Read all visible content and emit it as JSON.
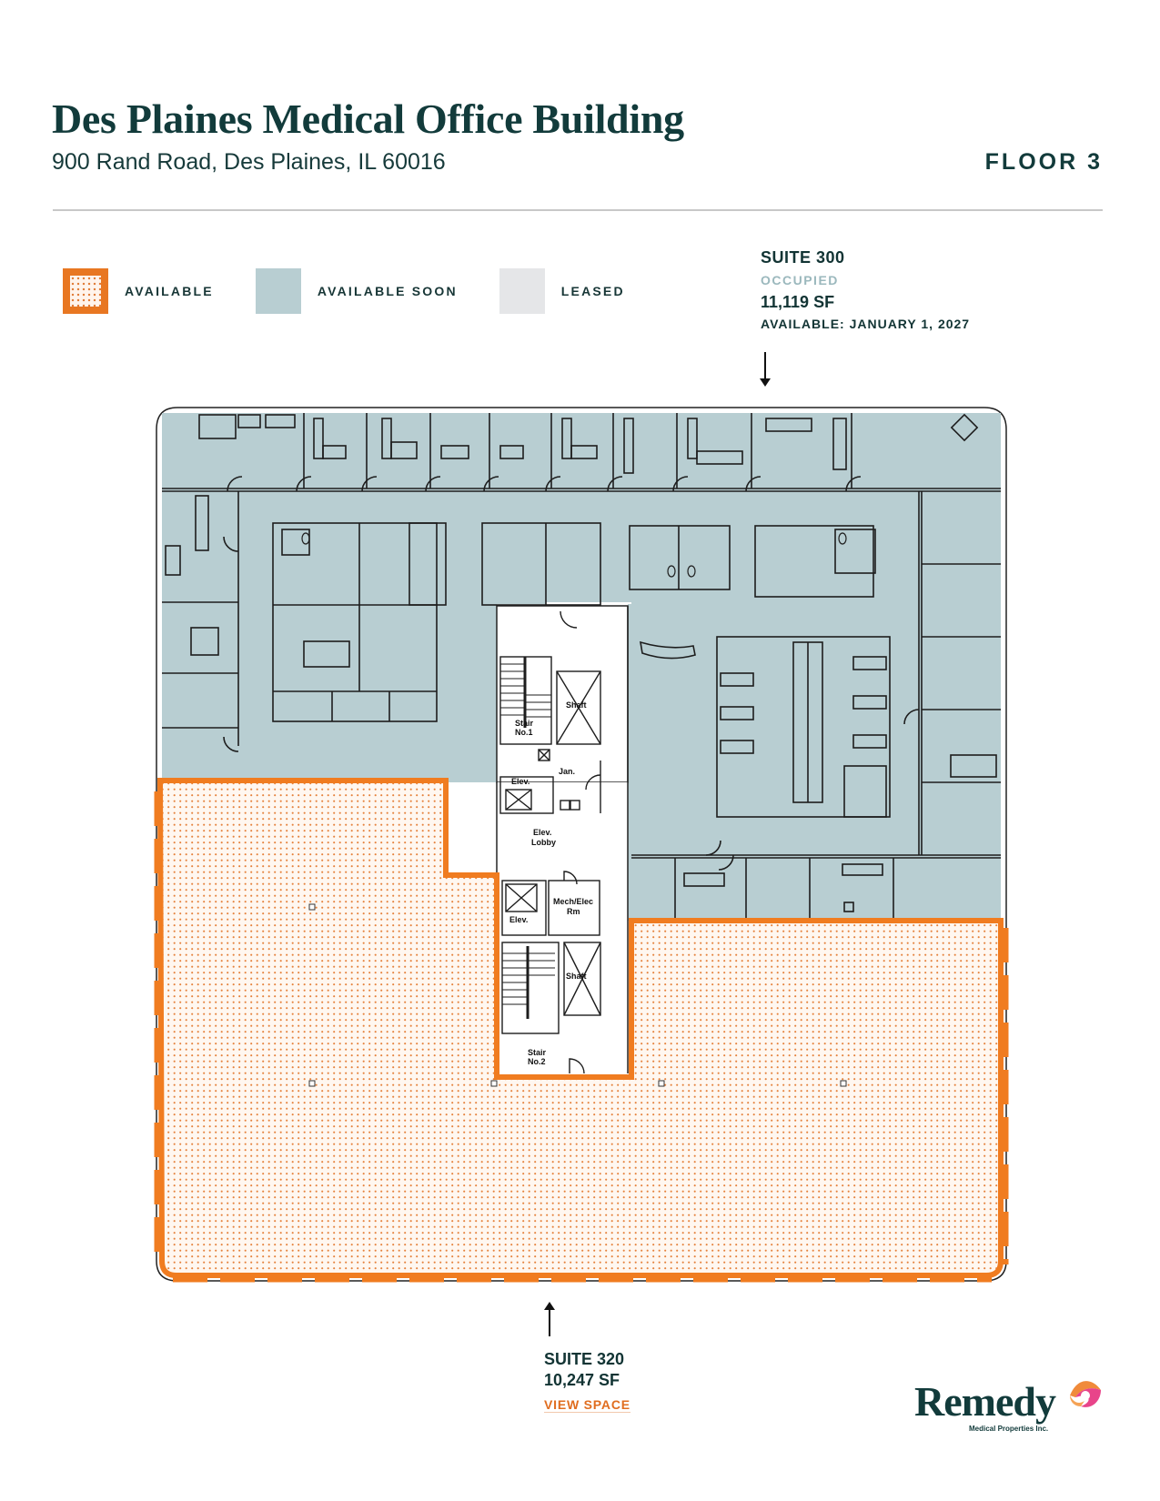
{
  "header": {
    "title": "Des Plaines Medical Office Building",
    "address": "900 Rand Road, Des Plaines, IL 60016",
    "floor": "FLOOR 3"
  },
  "legend": [
    {
      "label": "AVAILABLE",
      "color": "#e87722",
      "pattern": "dotted"
    },
    {
      "label": "AVAILABLE SOON",
      "color": "#b8ced2"
    },
    {
      "label": "LEASED",
      "color": "#e5e6e8"
    }
  ],
  "suite_300": {
    "name": "SUITE 300",
    "status": "OCCUPIED",
    "area": "11,119 SF",
    "availability": "AVAILABLE:  JANUARY 1, 2027",
    "fill_color": "#b8ced2"
  },
  "suite_320": {
    "name": "SUITE 320",
    "area": "10,247 SF",
    "link_label": "VIEW SPACE",
    "outline_color": "#f07c20"
  },
  "core_labels": {
    "stair1_line1": "Stair",
    "stair1_line2": "No.1",
    "shaft_top": "Shaft",
    "janitor": "Jan.",
    "elev_top": "Elev.",
    "elev_lobby_line1": "Elev.",
    "elev_lobby_line2": "Lobby",
    "elev_bottom": "Elev.",
    "mech_line1": "Mech/Elec",
    "mech_line2": "Rm",
    "shaft_bottom": "Shaft",
    "stair2_line1": "Stair",
    "stair2_line2": "No.2"
  },
  "logo": {
    "name": "Remedy",
    "subtitle": "Medical Properties Inc."
  }
}
